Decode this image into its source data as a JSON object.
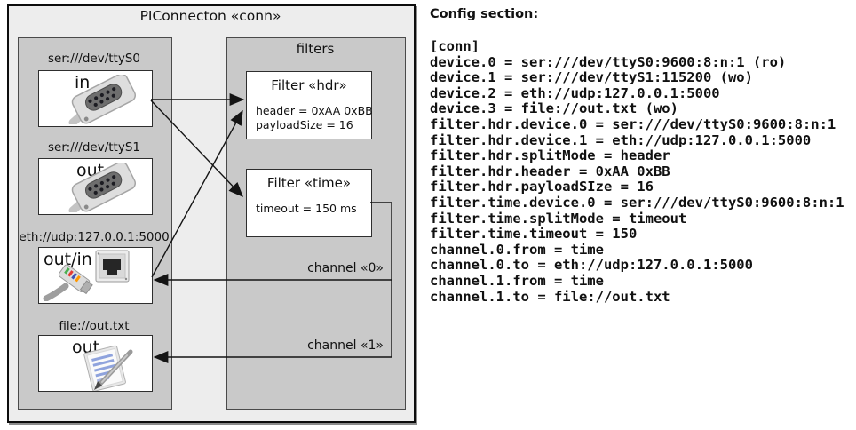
{
  "diagram": {
    "title": "PIConnecton «conn»",
    "filters_group_title": "filters",
    "devices": [
      {
        "label": "ser:///dev/ttyS0",
        "role": "in",
        "icon": "serial-connector-icon"
      },
      {
        "label": "ser:///dev/ttyS1",
        "role": "out",
        "icon": "serial-connector-icon"
      },
      {
        "label": "eth://udp:127.0.0.1:5000",
        "role": "out/in",
        "icon": "ethernet-connector-icon"
      },
      {
        "label": "file://out.txt",
        "role": "out",
        "icon": "notepad-file-icon"
      }
    ],
    "filters": [
      {
        "title": "Filter «hdr»",
        "lines": [
          "header = 0xAA 0xBB",
          "payloadSize = 16"
        ]
      },
      {
        "title": "Filter «time»",
        "lines": [
          "timeout = 150 ms"
        ]
      }
    ],
    "channels": [
      {
        "label": "channel «0»"
      },
      {
        "label": "channel «1»"
      }
    ],
    "colors": {
      "outer_fill": "#ededed",
      "group_fill": "#c9c9c9",
      "box_fill": "#ffffff",
      "line": "#141414"
    }
  },
  "config": {
    "title": "Config section:",
    "lines": [
      "[conn]",
      "device.0 = ser:///dev/ttyS0:9600:8:n:1 (ro)",
      "device.1 = ser:///dev/ttyS1:115200 (wo)",
      "device.2 = eth://udp:127.0.0.1:5000",
      "device.3 = file://out.txt (wo)",
      "filter.hdr.device.0 = ser:///dev/ttyS0:9600:8:n:1",
      "filter.hdr.device.1 = eth://udp:127.0.0.1:5000",
      "filter.hdr.splitMode = header",
      "filter.hdr.header = 0xAA 0xBB",
      "filter.hdr.payloadSIze = 16",
      "filter.time.device.0 = ser:///dev/ttyS0:9600:8:n:1",
      "filter.time.splitMode = timeout",
      "filter.time.timeout = 150",
      "channel.0.from = time",
      "channel.0.to = eth://udp:127.0.0.1:5000",
      "channel.1.from = time",
      "channel.1.to = file://out.txt"
    ]
  }
}
